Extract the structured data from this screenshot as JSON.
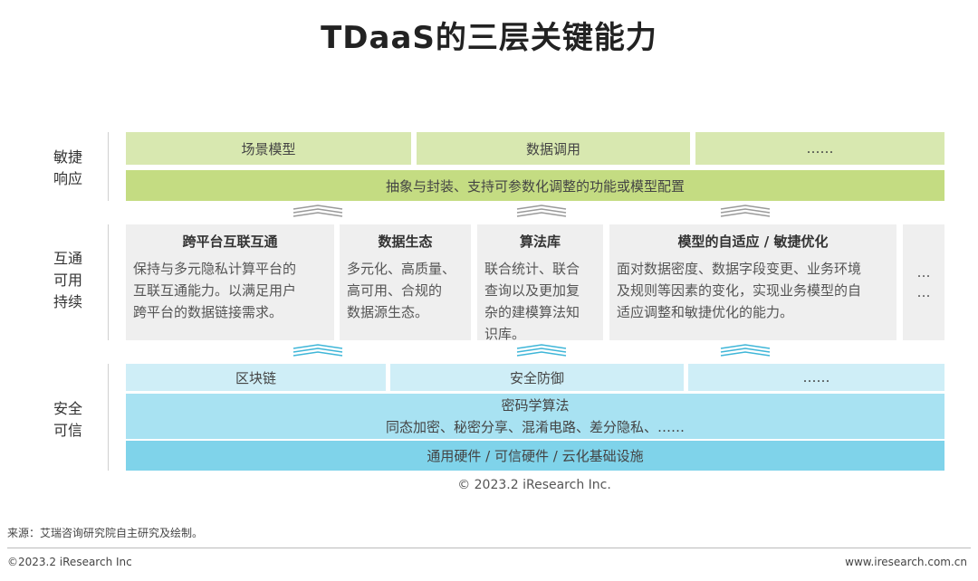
{
  "title": "TDaaS的三层关键能力",
  "layers": {
    "agile": {
      "label_lines": [
        "敏捷",
        "响应"
      ],
      "top_cells": [
        "场景模型",
        "数据调用",
        "……"
      ],
      "bar": "抽象与封装、支持可参数化调整的功能或模型配置"
    },
    "interop": {
      "label_lines": [
        "互通",
        "可用",
        "持续"
      ],
      "boxes": [
        {
          "title": "跨平台互联互通",
          "lines": [
            "保持与多元隐私计算平台的",
            "互联互通能力。以满足用户",
            "跨平台的数据链接需求。"
          ]
        },
        {
          "title": "数据生态",
          "lines": [
            "多元化、高质量、",
            "高可用、合规的",
            "数据源生态。"
          ]
        },
        {
          "title": "算法库",
          "lines": [
            "联合统计、联合",
            "查询以及更加复",
            "杂的建模算法知",
            "识库。"
          ]
        },
        {
          "title": "模型的自适应 / 敏捷优化",
          "lines": [
            "面对数据密度、数据字段变更、业务环境",
            "及规则等因素的变化，实现业务模型的自",
            "适应调整和敏捷优化的能力。"
          ]
        }
      ],
      "more_lines": [
        "…",
        "…"
      ]
    },
    "security": {
      "label_lines": [
        "安全",
        "可信"
      ],
      "top_cells": [
        "区块链",
        "安全防御",
        "……"
      ],
      "crypto_title": "密码学算法",
      "crypto_items": "同态加密、秘密分享、混淆电路、差分隐私、……",
      "base": "通用硬件 / 可信硬件 / 云化基础设施"
    }
  },
  "copyright_center": "© 2023.2 iResearch Inc.",
  "source": "来源：艾瑞咨询研究院自主研究及绘制。",
  "footer_left": "©2023.2 iResearch Inc",
  "footer_right": "www.iresearch.com.cn",
  "colors": {
    "green_light": "#d8e8b0",
    "green_mid": "#c4dc82",
    "gray_box": "#efefef",
    "blue_light": "#cfeef7",
    "blue_mid": "#a8e2f2",
    "blue_dark": "#7fd3ea"
  }
}
